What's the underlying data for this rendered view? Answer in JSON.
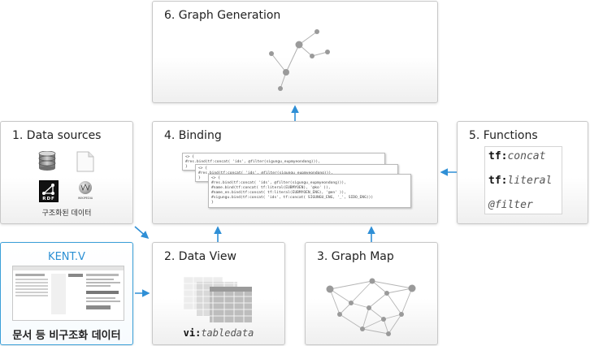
{
  "boxes": {
    "graph_generation": {
      "title": "6. Graph Generation"
    },
    "data_sources": {
      "title": "1. Data sources",
      "caption": "구조화된 데이터",
      "rdf_label": "RDF",
      "wiki_label": "WIKIPEDIA"
    },
    "binding": {
      "title": "4. Binding",
      "cards": [
        {
          "lines": [
            "<> {",
            "        #res.bind(tf:concat( 'ids', @filter(sigungu_eupmyeondong))),",
            "}"
          ]
        },
        {
          "lines": [
            "<> {",
            "        #res.bind(tf:concat( 'ids', @filter(sigungu_eupmyeondong))),",
            "}"
          ]
        },
        {
          "lines": [
            "<> {",
            "        #res.bind(tf:concat( 'ids', @filter(sigungu_eupmyeondong))),",
            "        #name.bind(tf:concat( tf:literal(EUBMYOEN), '@ko' )),",
            "        #name_en.bind(tf:concat( tf:literal(EUBMYOEN_ENG), '@en' )),",
            "        #sigungu.bind(tf:concat( 'ids', tf:concat( SIGUNGU_ENG, '_', SIDO_ENG)))",
            "}"
          ]
        }
      ]
    },
    "functions": {
      "title": "5. Functions",
      "items": [
        {
          "prefix": "tf:",
          "name": "concat"
        },
        {
          "prefix": "tf:",
          "name": "literal"
        },
        {
          "prefix": "@",
          "name": "filter"
        }
      ]
    },
    "kent": {
      "title": "KENT.V",
      "caption": "문서 등 비구조화 데이터"
    },
    "data_view": {
      "title": "2. Data View",
      "caption_prefix": "vi:",
      "caption_name": "tabledata"
    },
    "graph_map": {
      "title": "3. Graph Map"
    }
  },
  "colors": {
    "arrow": "#2f8fd6",
    "accent": "#2a8fd4",
    "node": "#9a9a9a"
  }
}
